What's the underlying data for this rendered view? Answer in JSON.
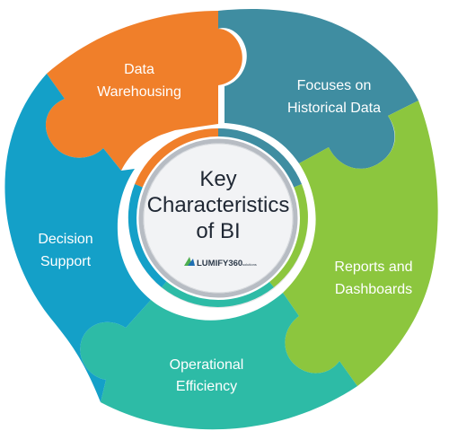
{
  "center": {
    "title_lines": [
      "Key",
      "Characteristics",
      "of BI"
    ],
    "logo_text": "LUMIFY360",
    "logo_suffix": "solutions"
  },
  "segments": [
    {
      "id": "data-warehousing",
      "lines": [
        "Data",
        "Warehousing"
      ],
      "color": "#f07f2a"
    },
    {
      "id": "historical-data",
      "lines": [
        "Focuses on",
        "Historical Data"
      ],
      "color": "#3f8da1"
    },
    {
      "id": "reports-dashboards",
      "lines": [
        "Reports and",
        "Dashboards"
      ],
      "color": "#8cc63e"
    },
    {
      "id": "operational-efficiency",
      "lines": [
        "Operational",
        "Efficiency"
      ],
      "color": "#2dbba6"
    },
    {
      "id": "decision-support",
      "lines": [
        "Decision",
        "Support"
      ],
      "color": "#14a0c8"
    }
  ]
}
